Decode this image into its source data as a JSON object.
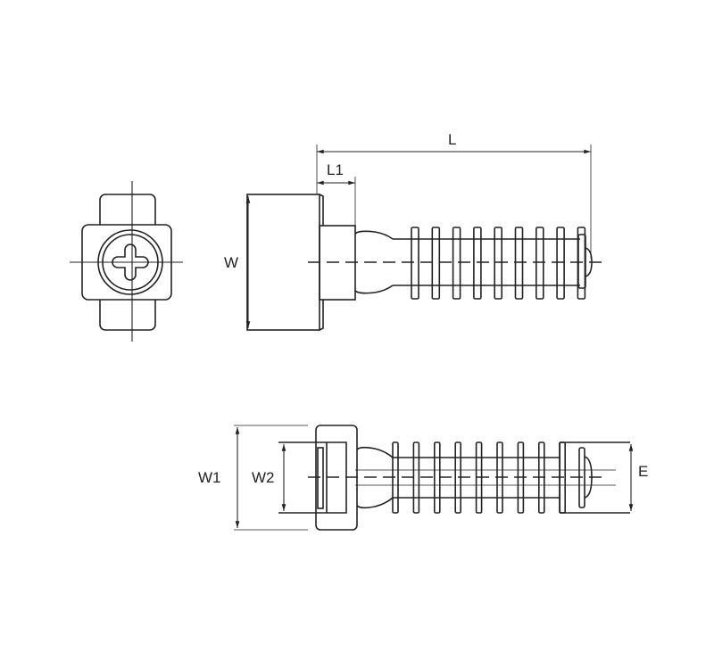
{
  "drawing": {
    "labels": {
      "L": "L",
      "L1": "L1",
      "W": "W",
      "W1": "W1",
      "W2": "W2",
      "E": "E"
    },
    "line_color": "#222222",
    "fin_count": 9
  }
}
